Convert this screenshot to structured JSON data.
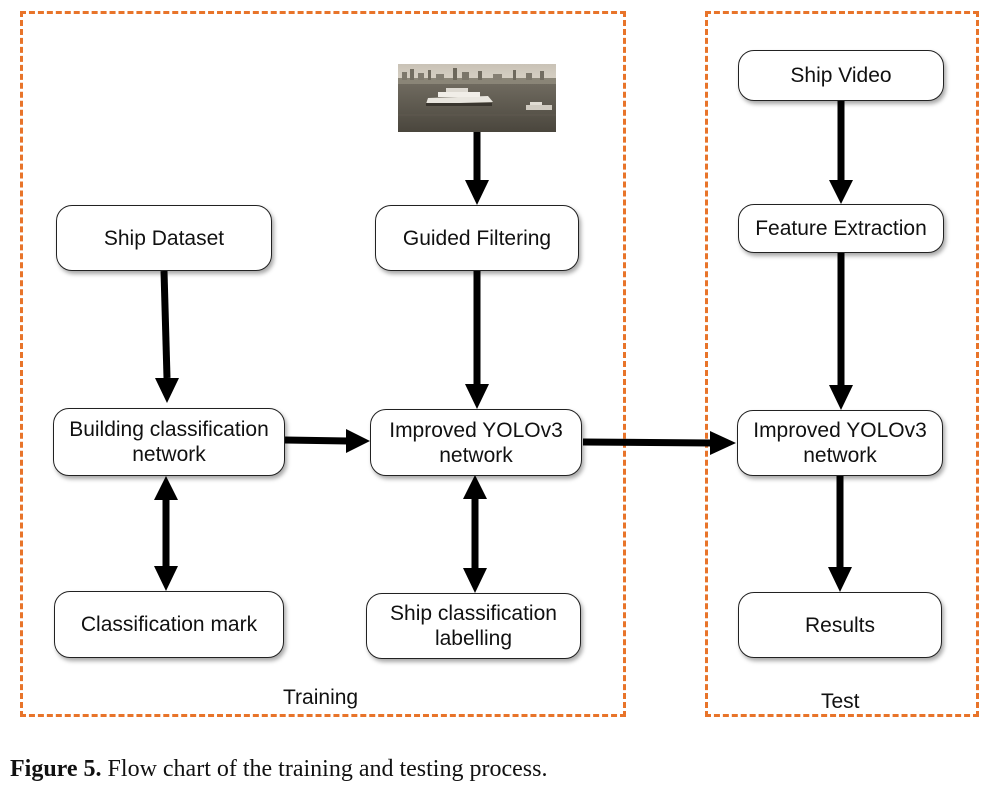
{
  "regions": {
    "training_label": "Training",
    "test_label": "Test"
  },
  "nodes": {
    "ship_dataset": "Ship Dataset",
    "guided_filtering": "Guided Filtering",
    "building_classification_line1": "Building classification",
    "building_classification_line2": "network",
    "improved_yolo_train_line1": "Improved YOLOv3",
    "improved_yolo_train_line2": "network",
    "classification_mark": "Classification mark",
    "ship_classification_line1": "Ship classification",
    "ship_classification_line2": "labelling",
    "ship_video": "Ship Video",
    "feature_extraction": "Feature Extraction",
    "improved_yolo_test_line1": "Improved YOLOv3",
    "improved_yolo_test_line2": "network",
    "results": "Results"
  },
  "caption": {
    "label": "Figure 5.",
    "text": " Flow chart of the training and testing process."
  },
  "colors": {
    "region_border": "#e8742a",
    "arrow": "#000000"
  }
}
